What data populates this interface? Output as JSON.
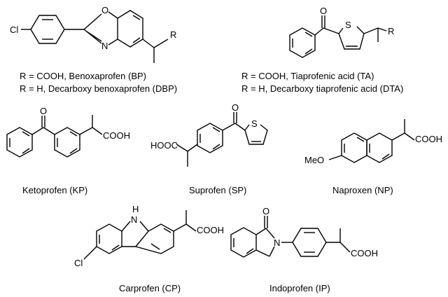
{
  "captions": {
    "bp": "R = COOH, Benoxaprofen (BP)",
    "dbp": "R = H, Decarboxy benoxaprofen (DBP)",
    "ta": "R = COOH, Tiaprofenic acid (TA)",
    "dta": "R = H, Decarboxy tiaprofenic acid (DTA)",
    "kp": "Ketoprofen (KP)",
    "sp": "Suprofen (SP)",
    "np": "Naproxen (NP)",
    "cp": "Carprofen (CP)",
    "ip": "Indoprofen (IP)"
  },
  "atoms": {
    "cl": "Cl",
    "o": "O",
    "n": "N",
    "r": "R",
    "s": "S",
    "cooh": "COOH",
    "hooc": "HOOC",
    "meo": "MeO",
    "h": "H",
    "nh": "N"
  }
}
